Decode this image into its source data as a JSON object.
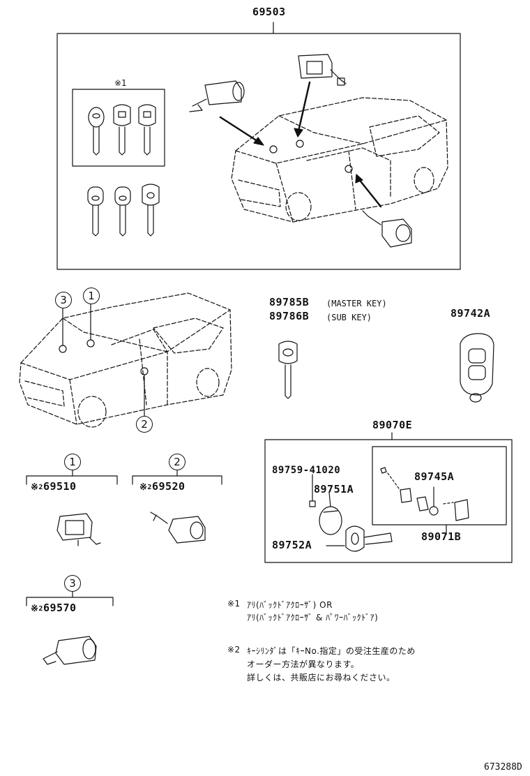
{
  "part_numbers": {
    "main_kit": "69503",
    "master_key": "89785B",
    "master_key_label": "(MASTER KEY)",
    "sub_key": "89786B",
    "sub_key_label": "(SUB KEY)",
    "remote": "89742A",
    "transmitter_set": "89070E",
    "screw": "89759-41020",
    "cover": "89751A",
    "key_plate": "89752A",
    "battery": "89745A",
    "transmitter_sub": "89071B",
    "cyl1": "69510",
    "cyl2": "69520",
    "cyl3": "69570"
  },
  "marks": {
    "note1_mark": "※1",
    "note2_mark": "※2",
    "note2_sup": "2"
  },
  "callouts": {
    "c1": "1",
    "c2": "2",
    "c3": "3"
  },
  "notes": {
    "n1_line1": "ｱﾘ(ﾊﾞｯｸﾄﾞｱｸﾛｰｻﾞ) OR",
    "n1_line2": "ｱﾘ(ﾊﾞｯｸﾄﾞｱｸﾛｰｻﾞ & ﾊﾟﾜｰﾊﾞｯｸﾄﾞｱ)",
    "n2_line1": "ｷｰｼﾘﾝﾀﾞは「ｷｰNo.指定」の受注生産のため",
    "n2_line2": "オーダー方法が異なります。",
    "n2_line3": "詳しくは、共販店にお尋ねください。"
  },
  "illustration_id": "673288D"
}
